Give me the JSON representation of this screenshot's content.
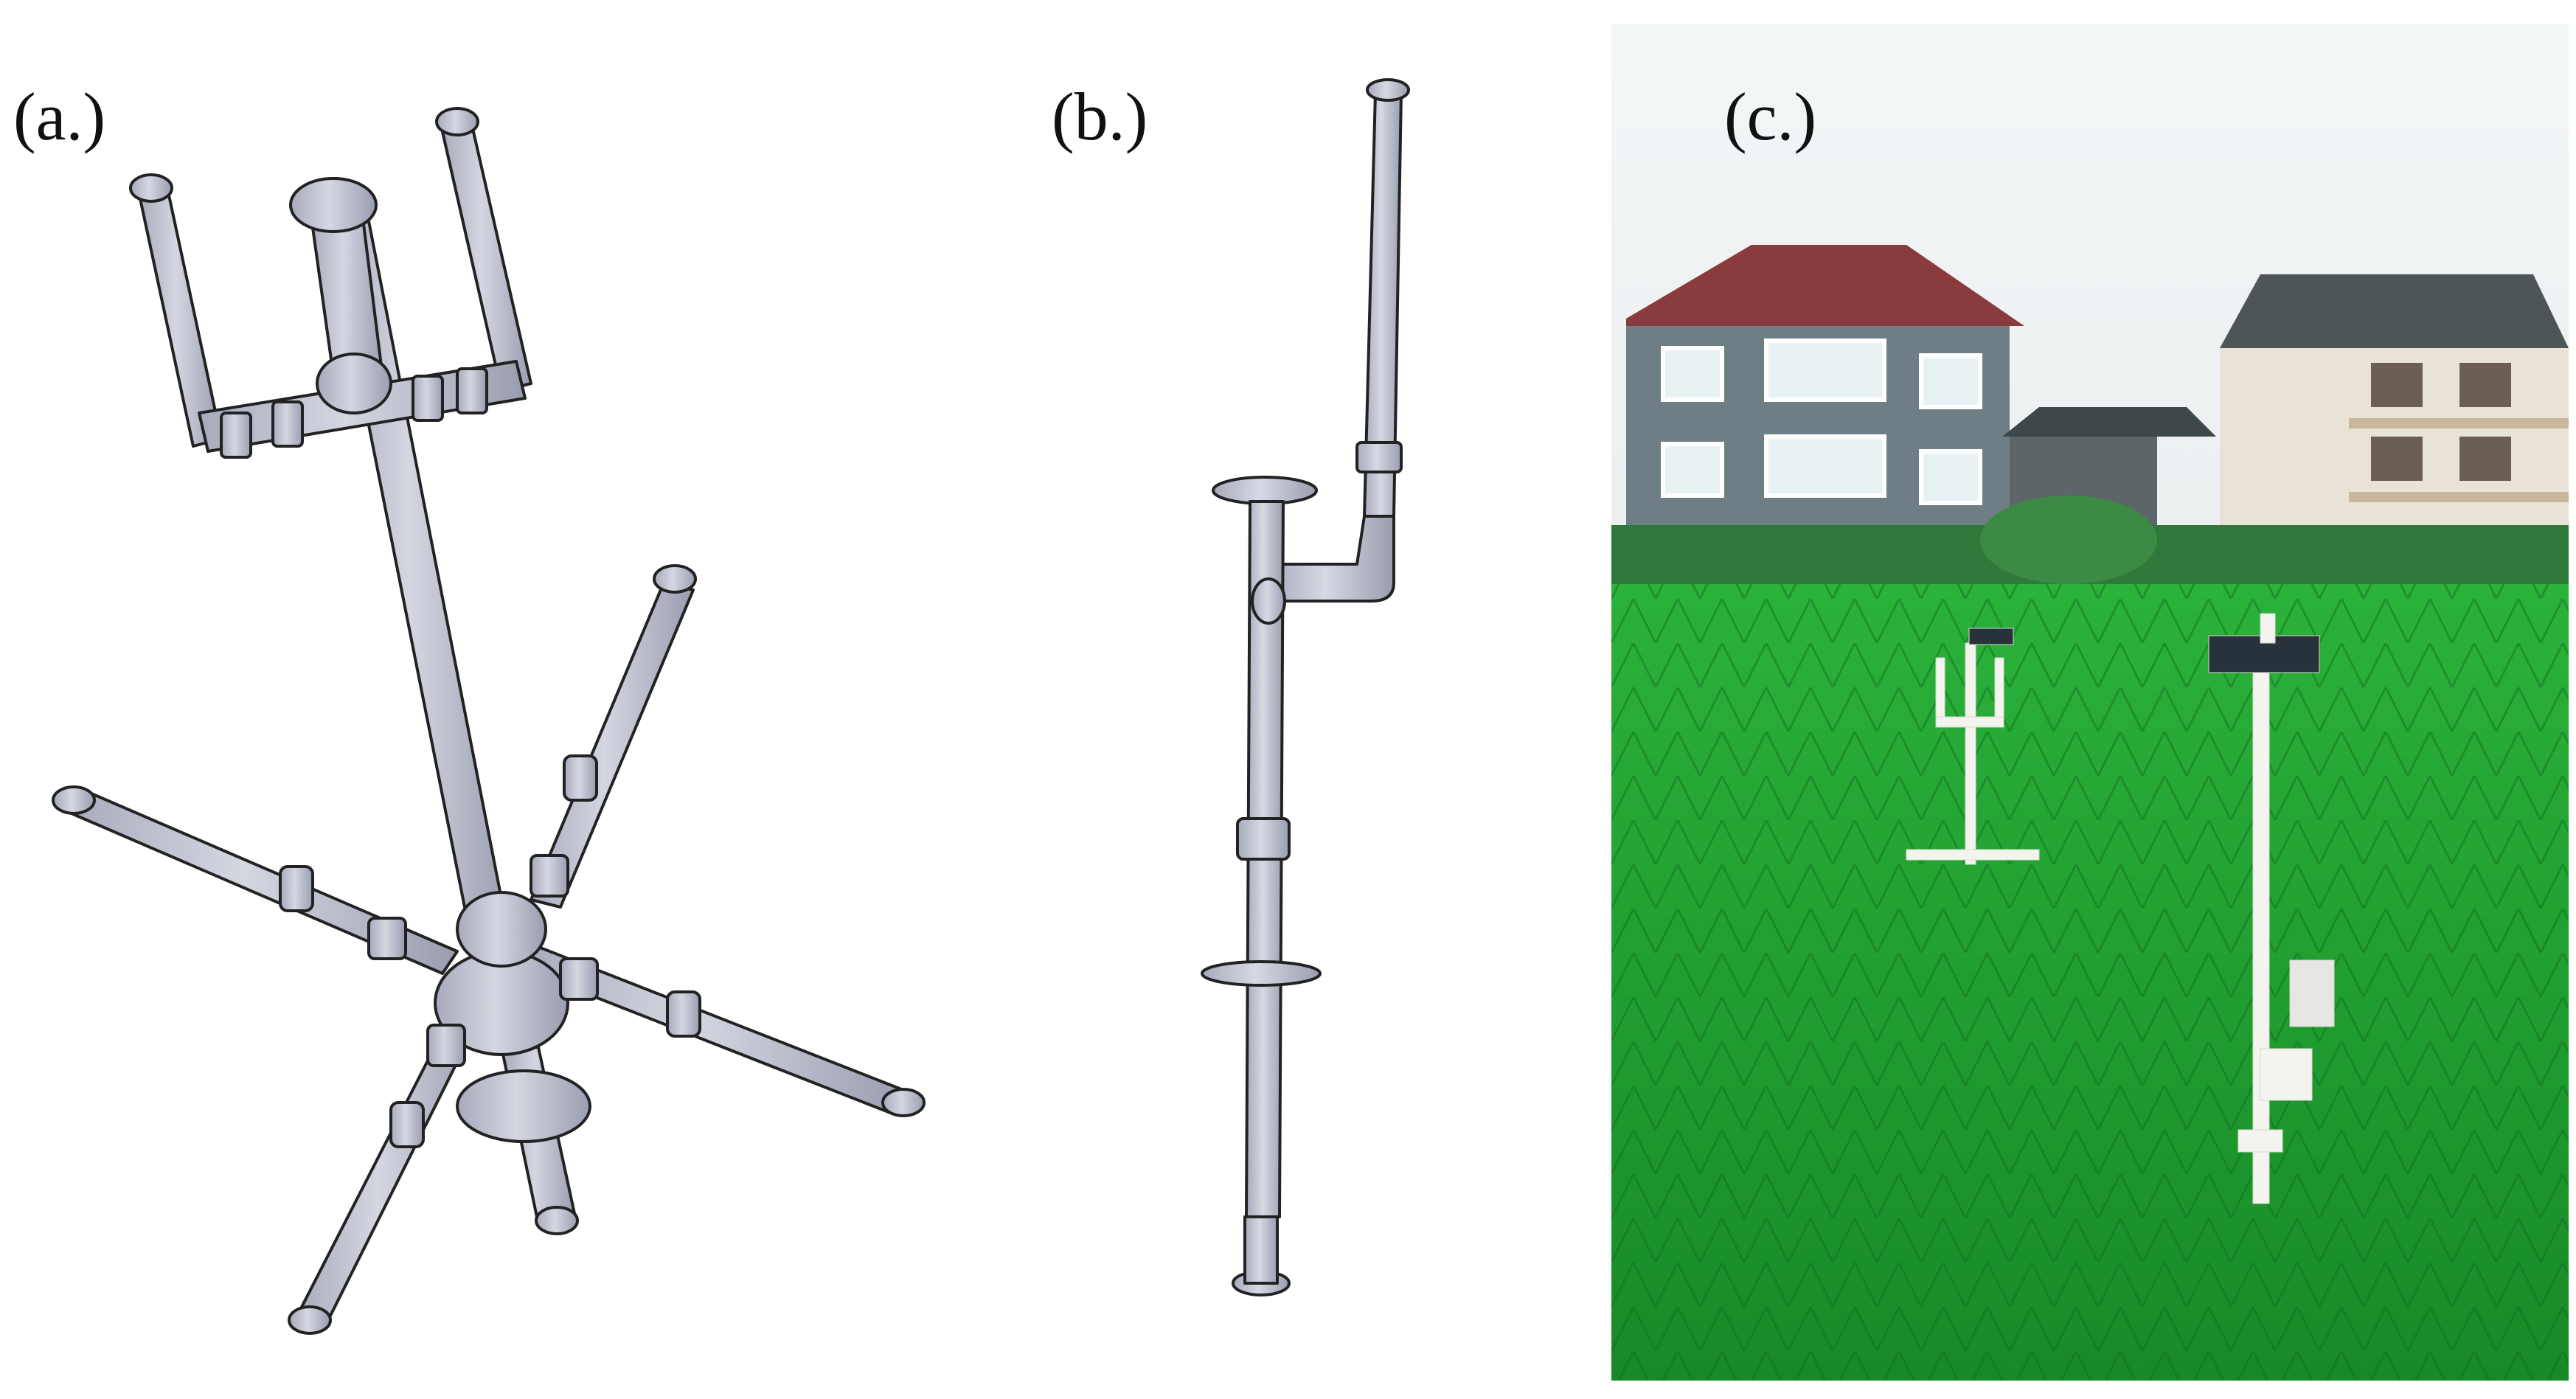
{
  "panels": [
    {
      "id": "a",
      "label": "(a.)",
      "content": "cad-multi-arm-pipe-sampler"
    },
    {
      "id": "b",
      "label": "(b.)",
      "content": "cad-single-pipe-sampler"
    },
    {
      "id": "c",
      "label": "(c.)",
      "content": "field-photo-rice-paddy-samplers"
    }
  ],
  "colors": {
    "pipe": "#c9cbd6",
    "pipe_shade": "#9fa2b2",
    "outline": "#222222",
    "sky": "#e6ebee",
    "grass": "#1fa22f",
    "grass_dark": "#0f6d1e",
    "roof": "#8a3b3e",
    "wall": "#6f7e85",
    "white_building": "#e9e2d6",
    "hedge": "#2f7a3a"
  }
}
